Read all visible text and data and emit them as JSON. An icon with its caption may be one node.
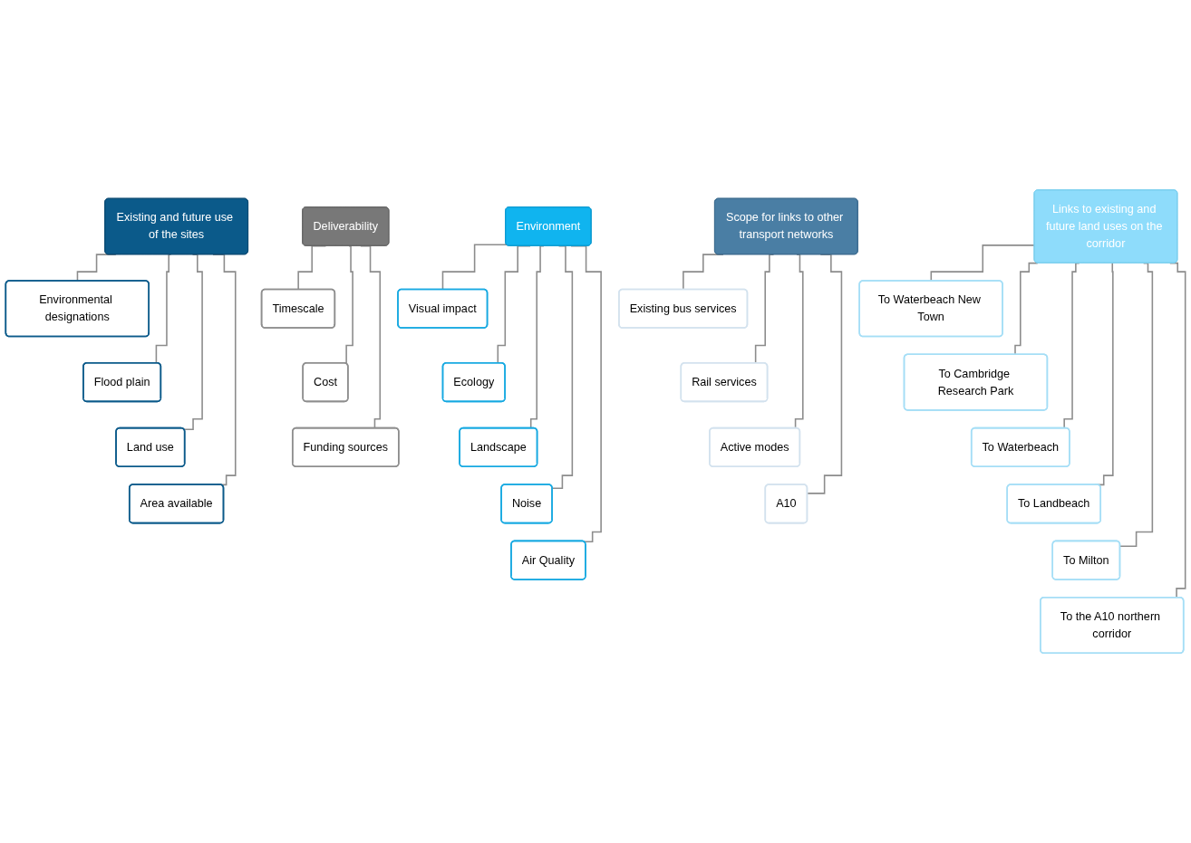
{
  "diagram": {
    "nodes": [
      {
        "text": [
          "Existing and future use of the sites"
        ]
      },
      {
        "text": [
          "Environmental designations"
        ]
      },
      {
        "text": [
          "Flood plain"
        ]
      },
      {
        "text": [
          "Land use"
        ]
      },
      {
        "text": [
          "Area available"
        ]
      },
      {
        "text": [
          "Environment"
        ]
      },
      {
        "text": [
          "Visual impact"
        ]
      },
      {
        "text": [
          "Ecology"
        ]
      },
      {
        "text": [
          "Landscape"
        ]
      },
      {
        "text": [
          "Noise"
        ]
      },
      {
        "text": [
          "Air Quality"
        ]
      },
      {
        "text": [
          "Links to existing and future land uses on the corridor"
        ]
      },
      {
        "text": [
          "To Waterbeach New Town"
        ]
      },
      {
        "text": [
          "To Cambridge Research Park"
        ]
      },
      {
        "text": [
          "To Waterbeach"
        ]
      },
      {
        "text": [
          "To Landbeach"
        ]
      },
      {
        "text": [
          "To Milton"
        ]
      },
      {
        "text": [
          "To the A10 northern corridor"
        ]
      },
      {
        "text": [
          "Scope for links to other transport networks"
        ]
      },
      {
        "text": [
          "Existing bus services"
        ]
      },
      {
        "text": [
          "Rail services"
        ]
      },
      {
        "text": [
          "Active modes"
        ]
      },
      {
        "text": [
          "A10"
        ]
      },
      {
        "text": [
          "Deliverability"
        ]
      },
      {
        "text": [
          "Timescale"
        ]
      },
      {
        "text": [
          "Cost"
        ]
      },
      {
        "text": [
          "Funding sources"
        ]
      }
    ],
    "edges": [
      {
        "from": 0,
        "to": 1,
        "arrow": "none"
      },
      {
        "from": 0,
        "to": 2,
        "arrow": "none"
      },
      {
        "from": 0,
        "to": 3,
        "arrow": "none"
      },
      {
        "from": 0,
        "to": 4,
        "arrow": "none"
      },
      {
        "from": 5,
        "to": 6,
        "arrow": "none"
      },
      {
        "from": 5,
        "to": 7,
        "arrow": "none"
      },
      {
        "from": 5,
        "to": 8,
        "arrow": "none"
      },
      {
        "from": 5,
        "to": 9,
        "arrow": "none"
      },
      {
        "from": 5,
        "to": 10,
        "arrow": "none"
      },
      {
        "from": 11,
        "to": 12,
        "arrow": "none"
      },
      {
        "from": 11,
        "to": 13,
        "arrow": "none"
      },
      {
        "from": 11,
        "to": 14,
        "arrow": "none"
      },
      {
        "from": 11,
        "to": 15,
        "arrow": "none"
      },
      {
        "from": 11,
        "to": 16,
        "arrow": "none"
      },
      {
        "from": 11,
        "to": 17,
        "arrow": "none"
      },
      {
        "from": 18,
        "to": 19,
        "arrow": "none"
      },
      {
        "from": 18,
        "to": 20,
        "arrow": "none"
      },
      {
        "from": 18,
        "to": 21,
        "arrow": "none"
      },
      {
        "from": 18,
        "to": 22,
        "arrow": "none"
      },
      {
        "from": 23,
        "to": 24,
        "arrow": "none"
      },
      {
        "from": 23,
        "to": 25,
        "arrow": "none"
      },
      {
        "from": 23,
        "to": 26,
        "arrow": "none"
      }
    ]
  }
}
